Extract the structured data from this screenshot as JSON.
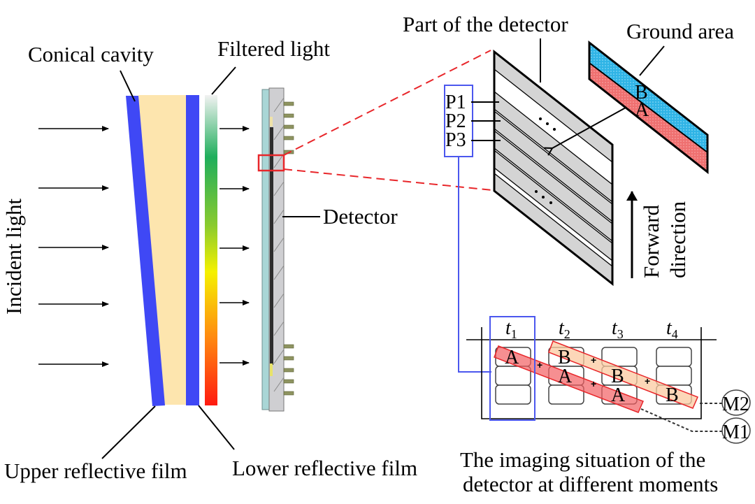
{
  "figure": {
    "labels": {
      "conical_cavity": "Conical cavity",
      "filtered_light": "Filtered light",
      "incident_light": "Incident light",
      "detector": "Detector",
      "upper_film": "Upper reflective film",
      "lower_film": "Lower reflective film",
      "part_of_detector": "Part of the detector",
      "ground_area": "Ground area",
      "forward": "Forward",
      "direction": "direction",
      "caption_line1": "The imaging situation of the",
      "caption_line2": "detector at different moments"
    },
    "pixels": [
      "P1",
      "P2",
      "P3"
    ],
    "ground_strips": {
      "upper": "B",
      "lower": "A"
    },
    "ellipsis": "· · ·",
    "timing": {
      "times": [
        {
          "base": "t",
          "sub": "1"
        },
        {
          "base": "t",
          "sub": "2"
        },
        {
          "base": "t",
          "sub": "3"
        },
        {
          "base": "t",
          "sub": "4"
        }
      ],
      "cells": [
        [
          "A",
          "",
          ""
        ],
        [
          "B",
          "A",
          ""
        ],
        [
          "",
          "B",
          "A"
        ],
        [
          "",
          "",
          "B"
        ]
      ],
      "plus": "+",
      "merged": {
        "m1": "M1",
        "m2": "M2"
      }
    },
    "colors": {
      "film_blue": "#3f48f5",
      "cavity_fill": "#fde5ae",
      "highlight_red": "#e8262a",
      "pixel_box_blue": "#4b57ee",
      "ground_b": "#2fb4e6",
      "ground_a": "#ef7070",
      "detector_gray": "#d4d4d4",
      "strip_a": "#f25f62",
      "strip_b": "#fbc9a0"
    }
  }
}
